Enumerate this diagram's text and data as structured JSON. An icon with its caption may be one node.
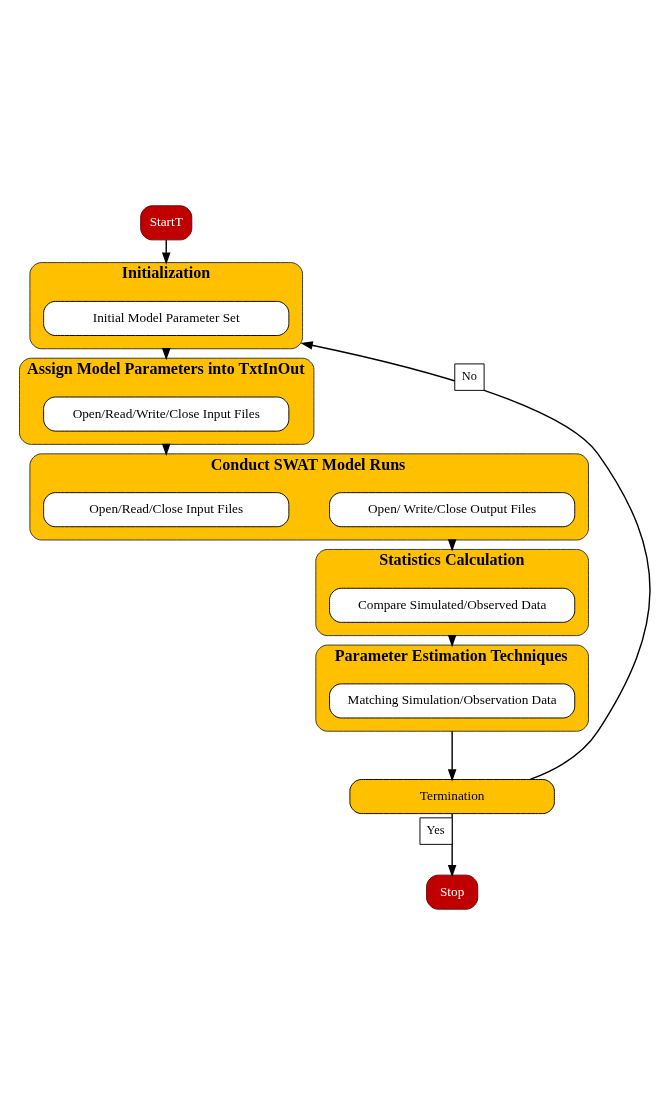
{
  "diagram": {
    "nodes": [
      {
        "text": [
          "StartT"
        ]
      },
      {
        "text": [
          "Initialization"
        ]
      },
      {
        "text": [
          "Initial Model Parameter Set"
        ],
        "in": 1
      },
      {
        "text": [
          "Assign Model Parameters into TxtInOut"
        ]
      },
      {
        "text": [
          "Open/Read/Write/Close Input Files"
        ],
        "in": 3
      },
      {
        "text": [
          "Conduct SWAT Model Runs"
        ]
      },
      {
        "text": [
          "Open/Read/Close Input Files"
        ],
        "in": 5
      },
      {
        "text": [
          "Open/ Write/Close Output Files"
        ],
        "in": 5
      },
      {
        "text": [
          "Statistics Calculation"
        ]
      },
      {
        "text": [
          "Compare Simulated/Observed Data"
        ],
        "in": 8
      },
      {
        "text": [
          "Parameter Estimation Techniques"
        ]
      },
      {
        "text": [
          "Matching Simulation/Observation Data"
        ],
        "in": 10
      },
      {
        "text": [
          "Termination"
        ]
      },
      {
        "text": [
          "Stop"
        ]
      }
    ],
    "edges": [
      {
        "from": 0,
        "to": 1,
        "arrow": "to"
      },
      {
        "from": 1,
        "to": 3,
        "arrow": "to"
      },
      {
        "from": 3,
        "to": 5,
        "arrow": "to"
      },
      {
        "from": 5,
        "to": 8,
        "arrow": "to"
      },
      {
        "from": 8,
        "to": 10,
        "arrow": "to"
      },
      {
        "from": 10,
        "to": 12,
        "arrow": "to"
      },
      {
        "from": 12,
        "to": 1,
        "arrow": "to",
        "label": "No"
      },
      {
        "from": 12,
        "to": 13,
        "arrow": "to",
        "label": "Yes"
      }
    ]
  }
}
